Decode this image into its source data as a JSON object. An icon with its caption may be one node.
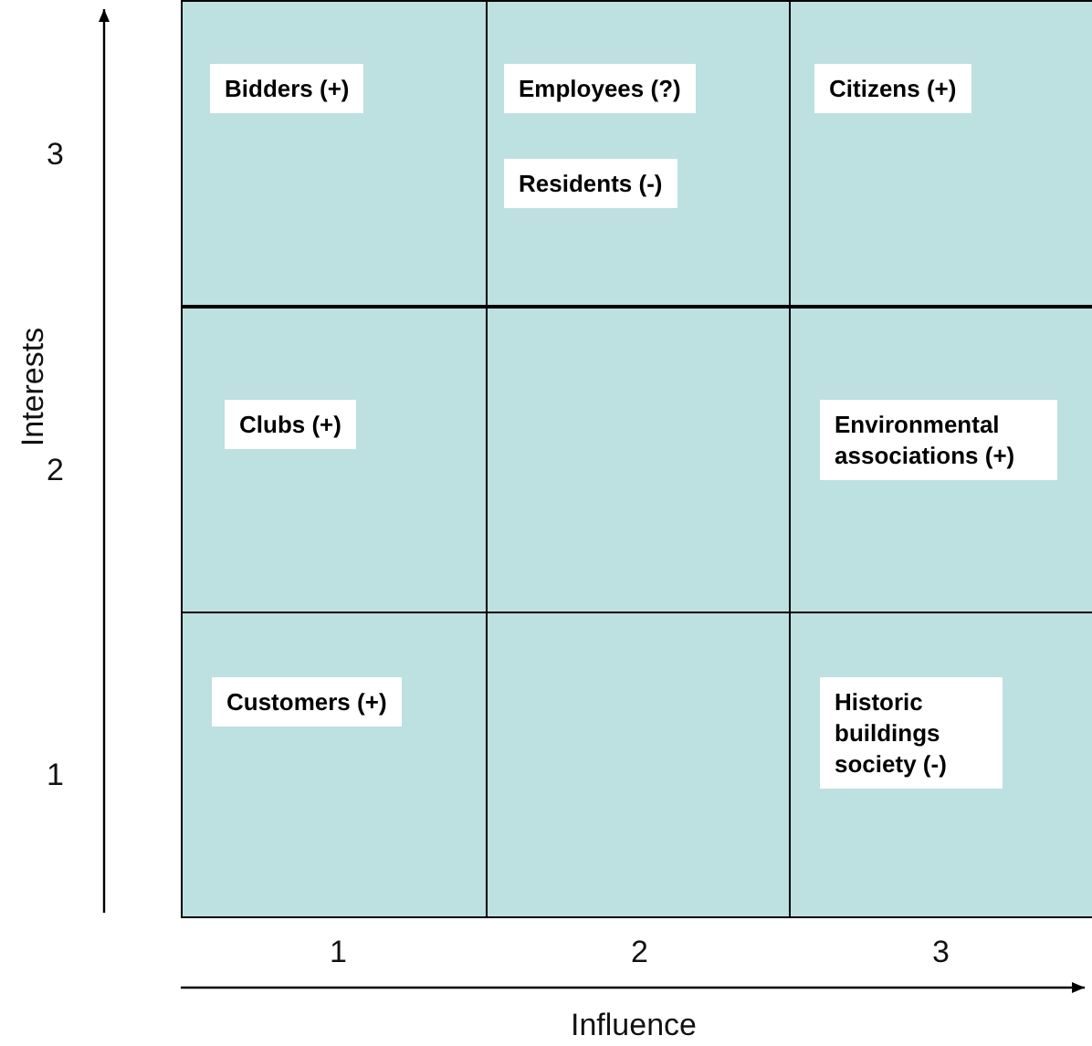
{
  "diagram": {
    "nodes": [
      {
        "text": [],
        "shape": "box"
      },
      {
        "text": [
          "Bidders (+)"
        ],
        "in": 0
      },
      {
        "text": [],
        "shape": "box"
      },
      {
        "text": [
          "Employees (?)"
        ],
        "in": 2
      },
      {
        "text": [
          "Residents (-)"
        ],
        "in": 2
      },
      {
        "text": [],
        "shape": "box"
      },
      {
        "text": [
          "Citizens (+)"
        ],
        "in": 5
      },
      {
        "text": [],
        "shape": "box"
      },
      {
        "text": [
          "Clubs (+)"
        ],
        "in": 7
      },
      {
        "text": [],
        "shape": "box"
      },
      {
        "text": [],
        "shape": "box"
      },
      {
        "text": [
          "Environmental associations (+)"
        ],
        "in": 10
      },
      {
        "text": [],
        "shape": "box"
      },
      {
        "text": [
          "Customers (+)"
        ],
        "in": 12
      },
      {
        "text": [],
        "shape": "box"
      },
      {
        "text": [],
        "shape": "box"
      },
      {
        "text": [
          "Historic buildings society (-)"
        ],
        "in": 15
      }
    ],
    "edges": [],
    "labels": [
      "Interests",
      "3",
      "2",
      "1",
      "1",
      "2",
      "3",
      "Influence"
    ]
  }
}
